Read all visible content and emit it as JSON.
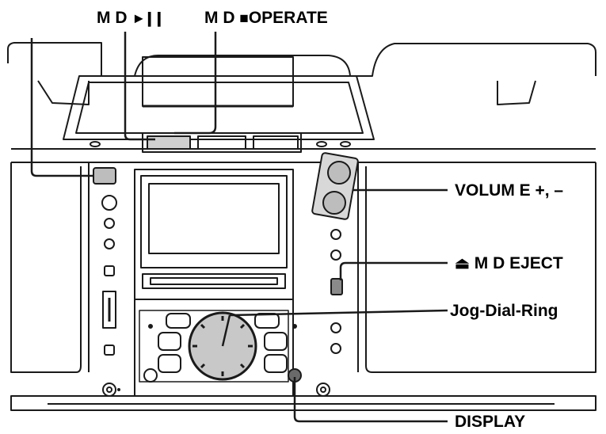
{
  "labels": {
    "md_play_pause": {
      "prefix": "M D",
      "glyph": "►❙❙"
    },
    "md_stop_operate": {
      "prefix": "M D",
      "glyph": "■",
      "suffix": "OPERATE"
    },
    "volume": "VOLUM E +, –",
    "md_eject": {
      "glyph": "⏏",
      "text": "M D EJECT"
    },
    "jog_dial_ring": "Jog-Dial-Ring",
    "display": "DISPLAY"
  },
  "colors": {
    "line": "#1a1a1a",
    "highlight": "#cfcfcf",
    "button_grey": "#bdbdbd",
    "dial_grey": "#c8c8c8",
    "background": "#ffffff"
  }
}
